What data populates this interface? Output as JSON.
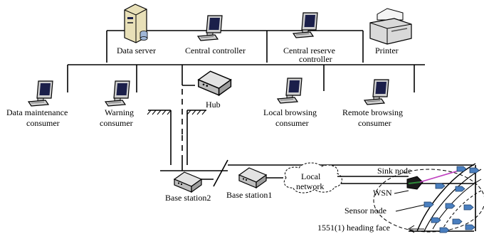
{
  "labels": {
    "data_server": "Data server",
    "central_controller": "Central controller",
    "central_reserve_controller_l1": "Central reserve",
    "central_reserve_controller_l2": "controller",
    "printer": "Printer",
    "data_maintenance_consumer_l1": "Data maintenance",
    "data_maintenance_consumer_l2": "consumer",
    "warning_consumer_l1": "Warning",
    "warning_consumer_l2": "consumer",
    "hub": "Hub",
    "local_browsing_consumer_l1": "Local browsing",
    "local_browsing_consumer_l2": "consumer",
    "remote_browsing_consumer_l1": "Remote browsing",
    "remote_browsing_consumer_l2": "consumer",
    "base_station2": "Base station2",
    "base_station1": "Base station1",
    "local_network_l1": "Local",
    "local_network_l2": "network",
    "sink_node": "Sink node",
    "wsn": "WSN",
    "sensor_node": "Sensor node",
    "heading_face": "1551(1) heading face"
  },
  "colors": {
    "monitor_frame": "#cfcfcf",
    "screen": "#1b1f4a",
    "node": "#4a7fbf",
    "sink_link": "#c040c0",
    "sink_arrow": "#2e8b3a"
  }
}
